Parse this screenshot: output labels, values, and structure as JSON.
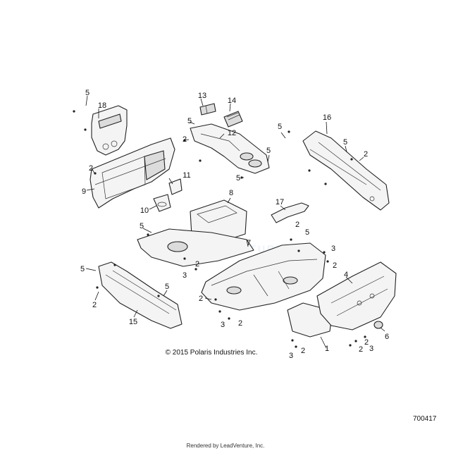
{
  "watermark": "LEADVENTURE",
  "copyright": "© 2015 Polaris Industries Inc.",
  "figure_number": "700417",
  "rendered_by": "Rendered by LeadVenture, Inc.",
  "callouts": {
    "c1": "1",
    "c2": "2",
    "c3": "3",
    "c4": "4",
    "c5": "5",
    "c6": "6",
    "c7": "7",
    "c8": "8",
    "c9": "9",
    "c10": "10",
    "c11": "11",
    "c12": "12",
    "c13": "13",
    "c14": "14",
    "c15": "15",
    "c16": "16",
    "c17": "17",
    "c18": "18"
  }
}
